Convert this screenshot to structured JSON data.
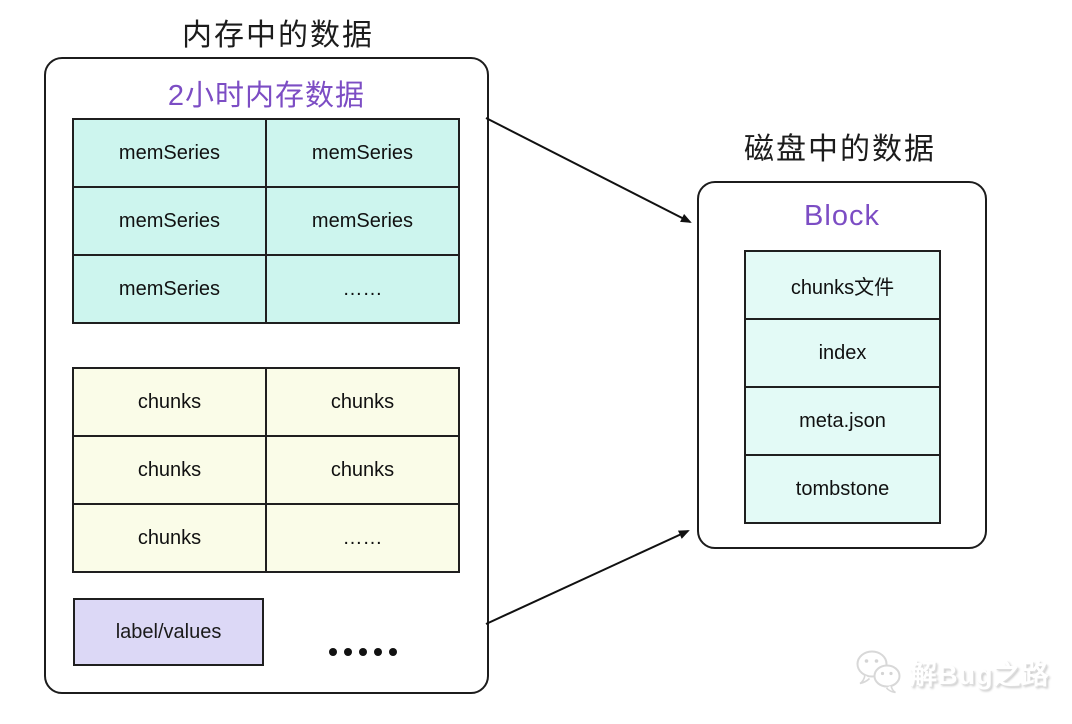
{
  "memory_panel": {
    "title": "内存中的数据",
    "box_title": "2小时内存数据",
    "mem_table": {
      "cells": [
        [
          "memSeries",
          "memSeries"
        ],
        [
          "memSeries",
          "memSeries"
        ],
        [
          "memSeries",
          "……"
        ]
      ]
    },
    "chunks_table": {
      "cells": [
        [
          "chunks",
          "chunks"
        ],
        [
          "chunks",
          "chunks"
        ],
        [
          "chunks",
          "……"
        ]
      ]
    },
    "label_values_label": "label/values",
    "dots_count": 5
  },
  "disk_panel": {
    "title": "磁盘中的数据",
    "box_title": "Block",
    "stack": [
      "chunks文件",
      "index",
      "meta.json",
      "tombstone"
    ]
  },
  "arrows": [
    {
      "name": "memory-to-block-top",
      "from": "memory-box right edge top",
      "to": "block box left edge top"
    },
    {
      "name": "memory-to-block-bottom",
      "from": "memory-box right edge bottom",
      "to": "block box left edge bottom"
    }
  ],
  "watermark": {
    "text": "解Bug之路",
    "icon": "wechat-icon"
  },
  "colors": {
    "accent_purple": "#7C4DC4",
    "mem_cell_bg": "#cdf5ee",
    "chunks_cell_bg": "#fafce8",
    "label_values_bg": "#dcd8f6",
    "disk_cell_bg": "#e3faf6",
    "ink": "#1c1c1c",
    "watermark_gray": "#c9c9c9"
  }
}
